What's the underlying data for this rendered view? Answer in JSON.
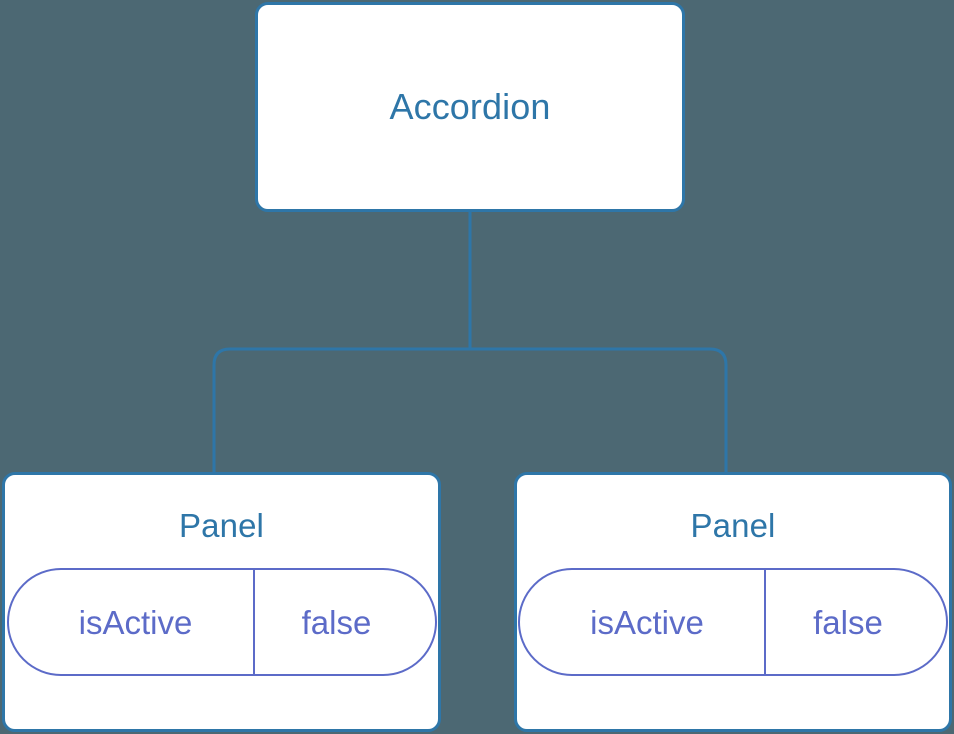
{
  "diagram": {
    "type": "component-tree",
    "background_color": "#4c6873",
    "node_border_color": "#2e76a8",
    "node_text_color": "#2e76a8",
    "node_fill_color": "#ffffff",
    "connector_color": "#2e76a8",
    "state_pill_color": "#5c6bc8",
    "root": {
      "label": "Accordion"
    },
    "children": [
      {
        "label": "Panel",
        "state": {
          "key": "isActive",
          "value": "false"
        }
      },
      {
        "label": "Panel",
        "state": {
          "key": "isActive",
          "value": "false"
        }
      }
    ]
  }
}
